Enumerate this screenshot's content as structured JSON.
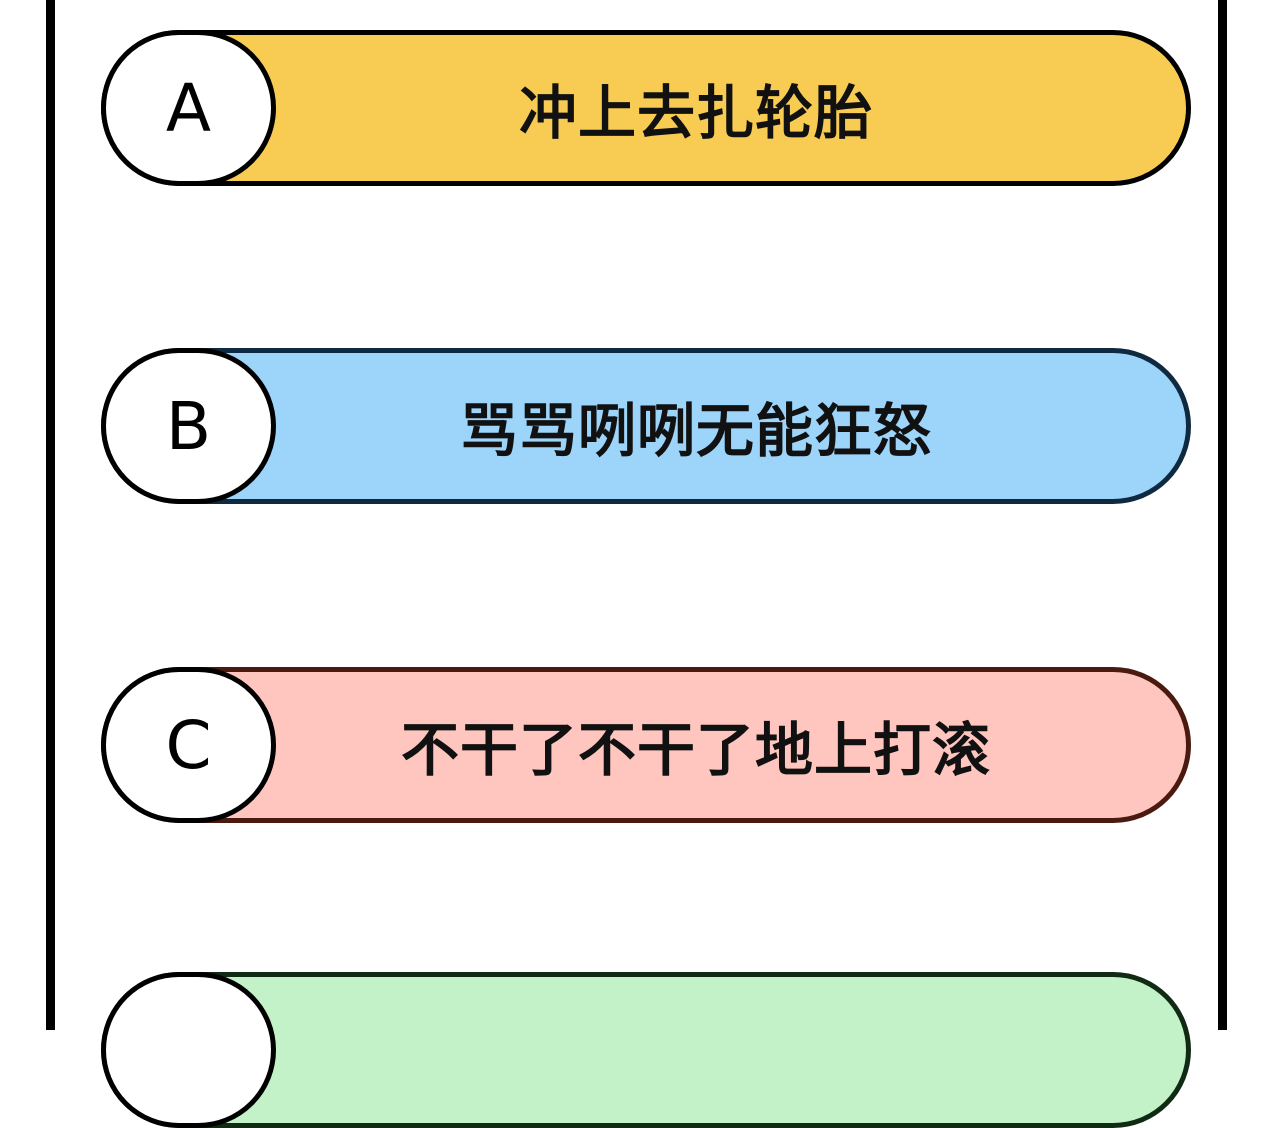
{
  "options": [
    {
      "letter": "A",
      "text": "冲上去扎轮胎",
      "fill": "#F8CB53",
      "border": "#000000"
    },
    {
      "letter": "B",
      "text": "骂骂咧咧无能狂怒",
      "fill": "#9DD4FA",
      "border": "#0F2A40"
    },
    {
      "letter": "C",
      "text": "不干了不干了地上打滚",
      "fill": "#FFC6BF",
      "border": "#4A1A10"
    },
    {
      "letter": "",
      "text": "",
      "fill": "#C3F2C8",
      "border": "#102A14"
    }
  ]
}
